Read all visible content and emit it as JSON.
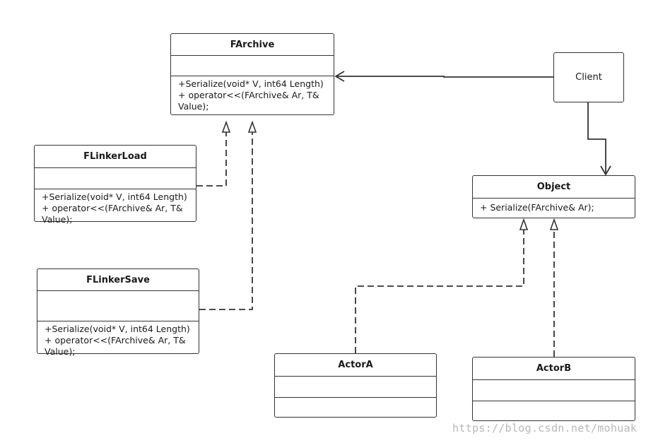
{
  "classes": {
    "farchive": {
      "name": "FArchive",
      "operations": "+Serialize(void* V, int64 Length)\n+ operator<<(FArchive& Ar, T&\nValue);"
    },
    "flinkerload": {
      "name": "FLinkerLoad",
      "operations": "+Serialize(void* V, int64 Length)\n+ operator<<(FArchive& Ar, T&\nValue);"
    },
    "flinkersave": {
      "name": "FLinkerSave",
      "operations": "+Serialize(void* V, int64 Length)\n+ operator<<(FArchive& Ar, T&\nValue);"
    },
    "object": {
      "name": "Object",
      "operations": "+ Serialize(FArchive& Ar);"
    },
    "actora": {
      "name": "ActorA"
    },
    "actorb": {
      "name": "ActorB"
    }
  },
  "client": {
    "label": "Client"
  },
  "relations": [
    {
      "from": "Client",
      "to": "FArchive",
      "type": "association"
    },
    {
      "from": "Client",
      "to": "Object",
      "type": "association"
    },
    {
      "from": "FLinkerLoad",
      "to": "FArchive",
      "type": "realization"
    },
    {
      "from": "FLinkerSave",
      "to": "FArchive",
      "type": "realization"
    },
    {
      "from": "ActorA",
      "to": "Object",
      "type": "realization"
    },
    {
      "from": "ActorB",
      "to": "Object",
      "type": "realization"
    }
  ],
  "watermark": "https://blog.csdn.net/mohuak"
}
